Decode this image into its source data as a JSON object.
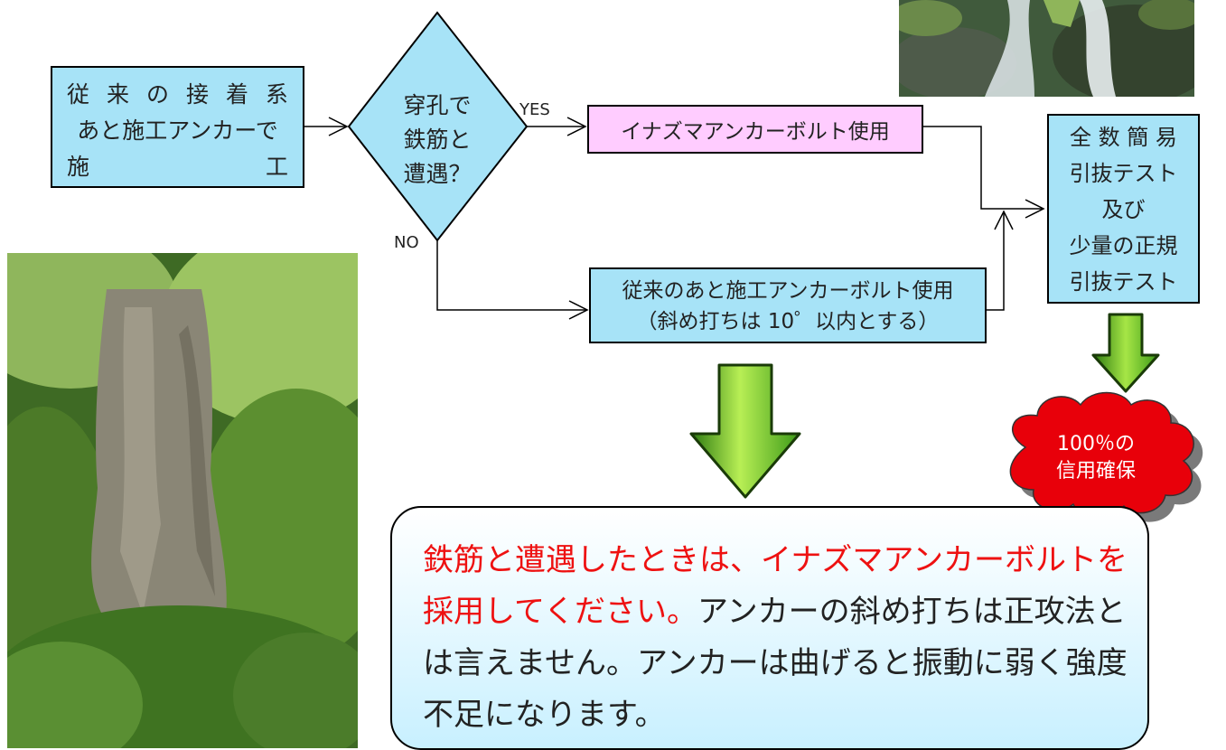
{
  "flow": {
    "start": {
      "line1": [
        "従",
        "来",
        "の",
        "接",
        "着",
        "系"
      ],
      "line2": "あと施工アンカーで",
      "line3": [
        "施",
        "工"
      ]
    },
    "decision": {
      "lines": [
        "穿孔で",
        "鉄筋と",
        "遭遇？"
      ]
    },
    "yes_label": "YES",
    "no_label": "NO",
    "yes_result": "イナズマアンカーボルト使用",
    "no_result": {
      "line1": "従来のあと施工アンカーボルト使用",
      "line2": "（斜め打ちは 10゜以内とする）"
    },
    "final": {
      "lines": [
        "全 数 簡 易",
        "引抜テスト",
        "及び",
        "少量の正規",
        "引抜テスト"
      ]
    }
  },
  "badge": {
    "line1": "100％の",
    "line2": "信用確保",
    "color": "#e8000a"
  },
  "callout": {
    "red_text": "鉄筋と遭遇したときは、イナズマアンカーボルトを採用してください。",
    "black_text": "アンカーの斜め打ちは正攻法とは言えません。アンカーは曲げると振動に弱く強度不足になります。"
  },
  "colors": {
    "box_fill": "#a7e3f7",
    "highlight_fill": "#ffccff",
    "arrow_green": "#5cc01e",
    "callout_red": "#ee1111"
  }
}
